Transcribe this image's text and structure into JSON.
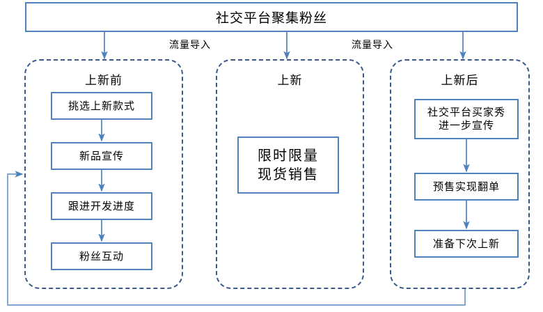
{
  "diagram": {
    "header": {
      "title": "社交平台聚集粉丝"
    },
    "flow_labels": [
      {
        "text": "流量导入"
      },
      {
        "text": "流量导入"
      }
    ],
    "stages": [
      {
        "id": "pre-launch",
        "title": "上新前",
        "nodes": [
          {
            "id": "pick-style",
            "text": "挑选上新款式"
          },
          {
            "id": "promote-new",
            "text": "新品宣传"
          },
          {
            "id": "track-dev",
            "text": "跟进开发进度"
          },
          {
            "id": "fan-interaction",
            "text": "粉丝互动"
          }
        ]
      },
      {
        "id": "launch",
        "title": "上新",
        "nodes": [
          {
            "id": "limited-sale",
            "line1": "限时限量",
            "line2": "现货销售"
          }
        ]
      },
      {
        "id": "post-launch",
        "title": "上新后",
        "nodes": [
          {
            "id": "buyer-show",
            "line1": "社交平台买家秀",
            "line2": "进一步宣传"
          },
          {
            "id": "presale-reorder",
            "text": "预售实现翻单"
          },
          {
            "id": "prepare-next",
            "text": "准备下次上新"
          }
        ]
      }
    ],
    "connectors": {
      "header_to_stage1": "arrow-down",
      "header_to_stage2": "arrow-down",
      "header_to_stage3": "arrow-down",
      "intra_column_arrows": "arrow-down",
      "feedback_loop": "arrow-left-up-right"
    },
    "colors": {
      "solid_border": "#4f81bd",
      "dashed_border": "#3a5a8c",
      "arrow": "#4f81bd",
      "background": "#ffffff",
      "text": "#000000"
    }
  }
}
